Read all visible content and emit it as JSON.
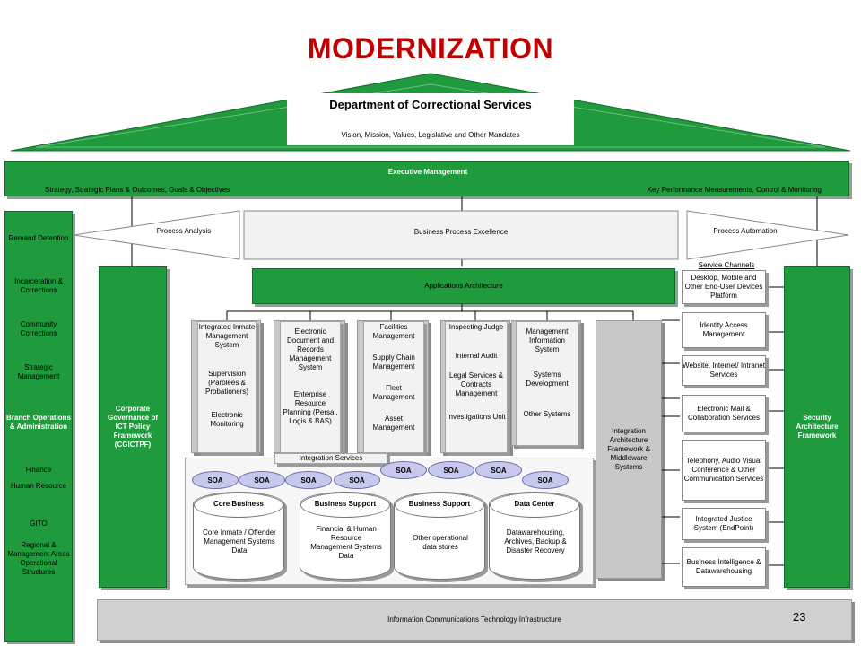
{
  "title": "MODERNIZATION",
  "department": "Department of Correctional Services",
  "vision": "Vision, Mission, Values, Legislative and Other Mandates",
  "executive": {
    "label": "Executive Management",
    "left_text": "Strategy, Strategic Plans & Outcomes, Goals & Objectives",
    "right_text": "Key Performance Measurements, Control & Monitoring"
  },
  "left_column": {
    "items": [
      "Remand Detention",
      "Incarceration & Corrections",
      "Community Corrections",
      "Strategic Management",
      "Branch Operations & Administration",
      "Finance",
      "Human Resource",
      "GITO",
      "Regional & Management Areas Operational Structures"
    ]
  },
  "process": {
    "analysis": "Process Analysis",
    "excellence": "Business Process Excellence",
    "automation": "Process Automation"
  },
  "governance": "Corporate Governance of ICT Policy Framework (CGICTPF)",
  "security": "Security Architecture Framework",
  "applications": "Applications Architecture",
  "app_columns": [
    {
      "top": "Integrated Inmate Management System",
      "middle": "Supervision (Parolees & Probationers)",
      "bottom": "Electronic Monitoring"
    },
    {
      "top": "Electronic Document and Records Management System",
      "middle": "Enterprise Resource Planning (Persal, Logis & BAS)",
      "bottom": ""
    },
    {
      "top": "Facilities Management",
      "middle": "Supply Chain Management",
      "middle2": "Fleet Management",
      "bottom": "Asset Management"
    },
    {
      "top": "Inspecting Judge",
      "middle": "Internal Audit",
      "middle2": "Legal Services & Contracts Management",
      "bottom": "Investigations Unit"
    },
    {
      "top": "Management Information System",
      "middle": "Systems Development",
      "bottom": "Other Systems"
    }
  ],
  "integration_arch": "Integration Architecture Framework & Middleware Systems",
  "integration_services": "Integration Services",
  "soa_label": "SOA",
  "data_stores": [
    {
      "header": "Core Business",
      "body": "Core Inmate / Offender Management Systems Data"
    },
    {
      "header": "Business Support",
      "body": "Financial & Human Resource Management Systems Data"
    },
    {
      "header": "Business Support",
      "body": "Other operational data stores"
    },
    {
      "header": "Data Center",
      "body": "Datawarehousing, Archives, Backup & Disaster Recovery"
    }
  ],
  "service_channels_label": "Service Channels",
  "channels": [
    "Desktop, Mobile and Other End-User Devices Platform",
    "Identity Access Management",
    "Website, Internet/ Intranet Services",
    "Electronic Mail & Collaboration Services",
    "Telephony, Audio Visual Conference & Other Communication Services",
    "Integrated Justice System (EndPoint)",
    "Business Intelligence & Datawarehousing"
  ],
  "infrastructure": "Information Communications Technology Infrastructure",
  "page_number": "23",
  "colors": {
    "green": "#1f9a3c",
    "title_red": "#c00000",
    "grey": "#c8c8c8",
    "soa": "#c6c8ec"
  }
}
